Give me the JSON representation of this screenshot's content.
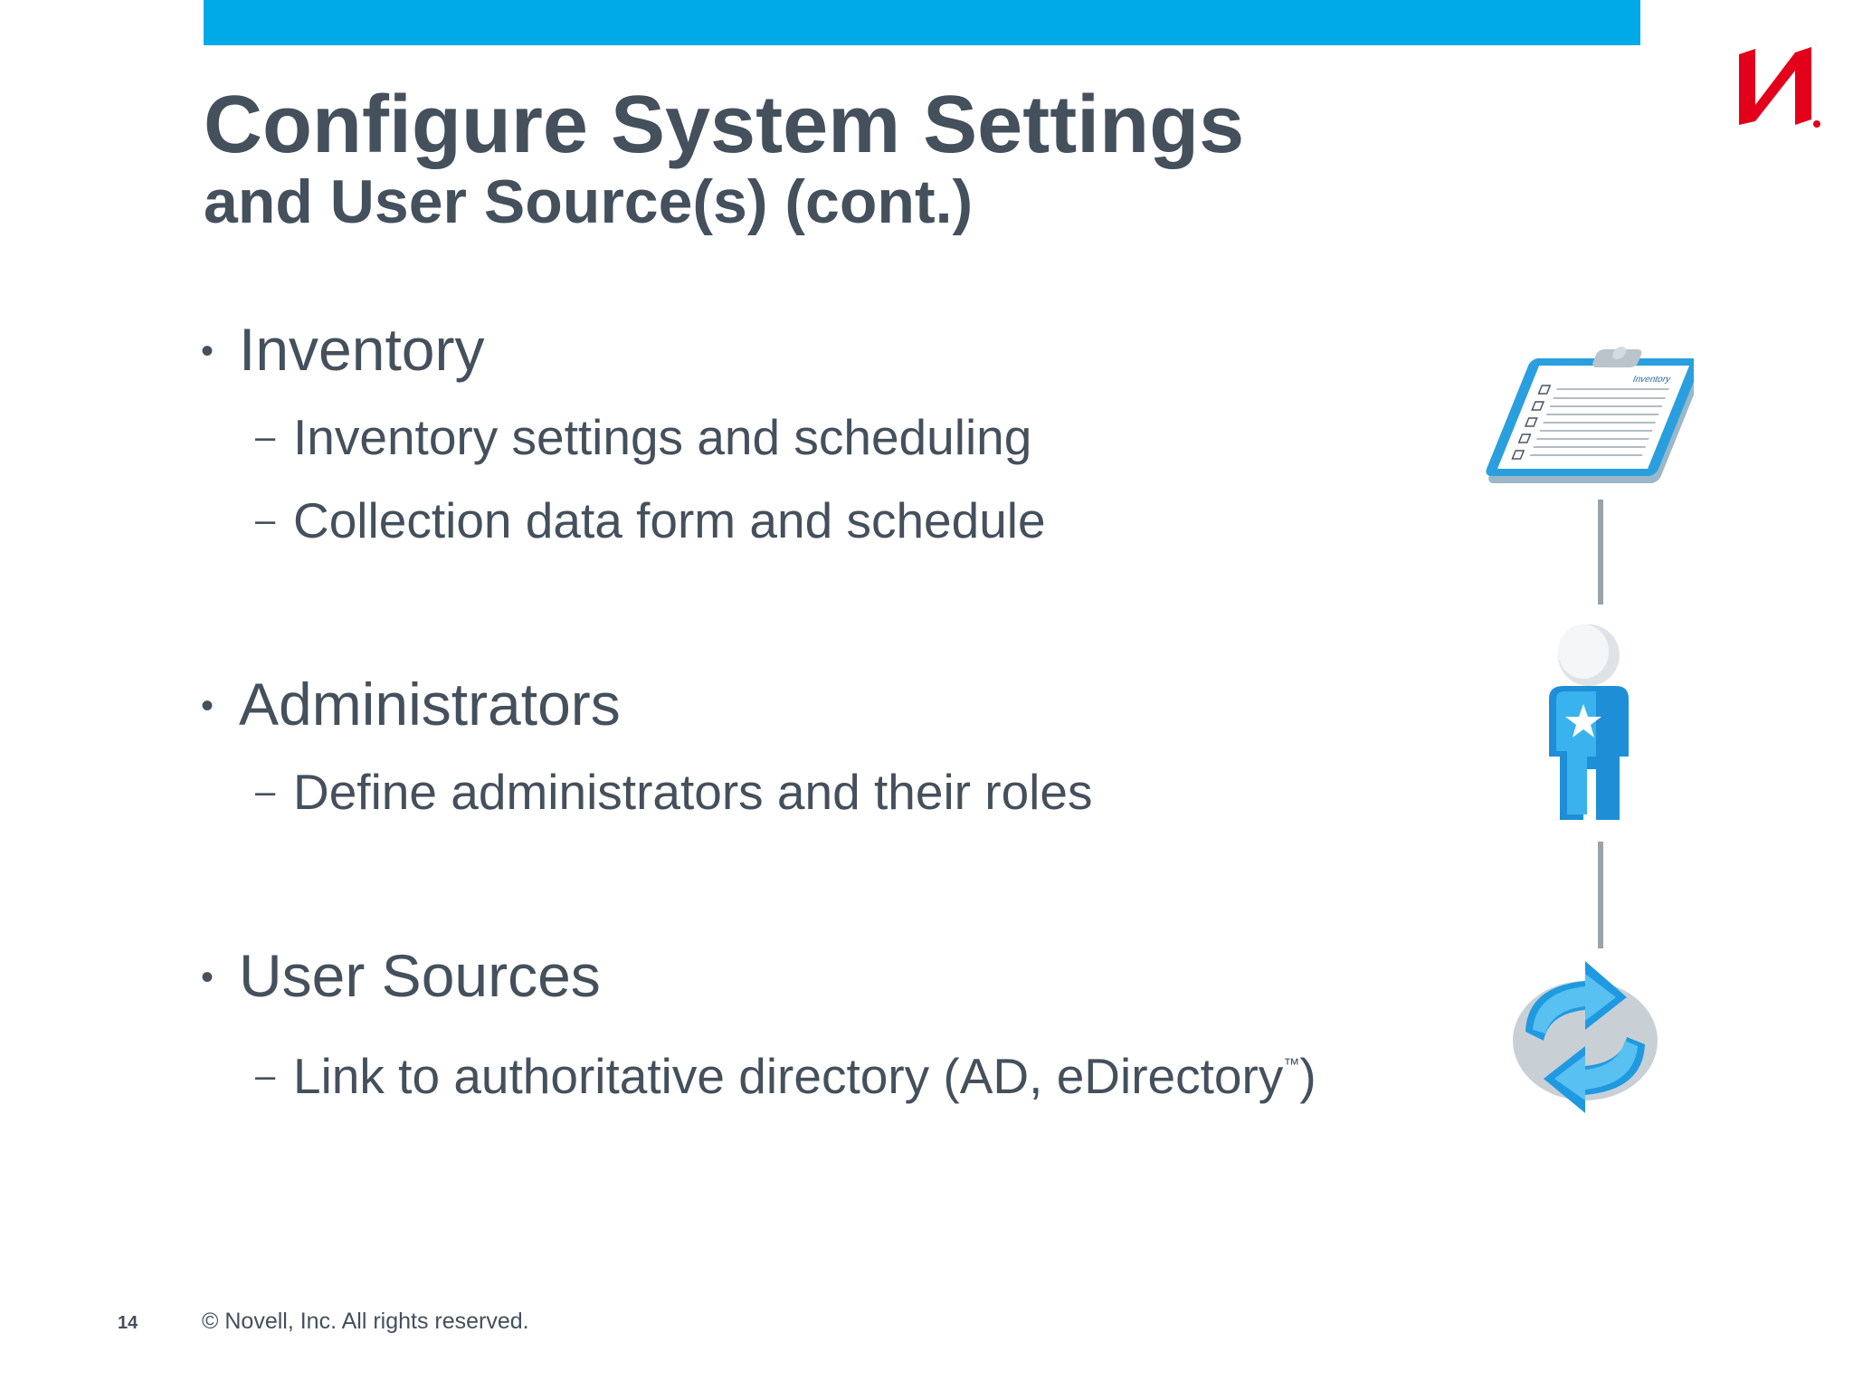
{
  "header": {
    "title": "Configure System Settings",
    "subtitle": "and User Source(s) (cont.)",
    "brand_color": "#00a9e7",
    "logo_color": "#e3001b",
    "logo_icon": "novell-n-logo"
  },
  "content": {
    "bullet_glyph": "•",
    "dash_glyph": "–",
    "sections": [
      {
        "label": "Inventory",
        "icon": "clipboard-icon",
        "icon_caption": "Inventory",
        "items": [
          "Inventory settings and scheduling",
          "Collection data form and schedule"
        ]
      },
      {
        "label": "Administrators",
        "icon": "administrator-icon",
        "items": [
          "Define administrators and their roles"
        ]
      },
      {
        "label": "User Sources",
        "icon": "sync-arrows-icon",
        "items": [
          "Link to authoritative directory (AD, eDirectory"
        ],
        "trademark": "™",
        "closing": ")"
      }
    ]
  },
  "footer": {
    "page_number": "14",
    "copyright": "© Novell, Inc.  All rights reserved."
  }
}
